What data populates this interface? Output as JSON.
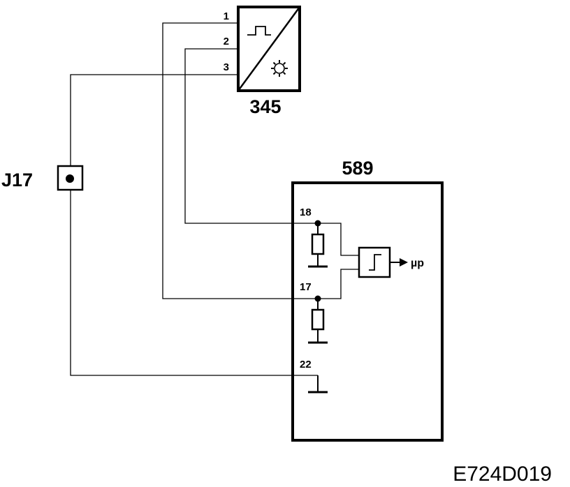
{
  "components": {
    "sensor": {
      "id": "345",
      "pins": [
        "1",
        "2",
        "3"
      ],
      "icons": [
        "pulse-signal-icon",
        "gear-wheel-icon"
      ]
    },
    "ecu": {
      "id": "589",
      "pins": [
        "18",
        "17",
        "22"
      ],
      "output_label": "µp",
      "icons": [
        "schmitt-trigger-icon",
        "resistor-icon",
        "ground-icon"
      ]
    },
    "connector": {
      "id": "J17"
    }
  },
  "figure_code": "E724D019"
}
